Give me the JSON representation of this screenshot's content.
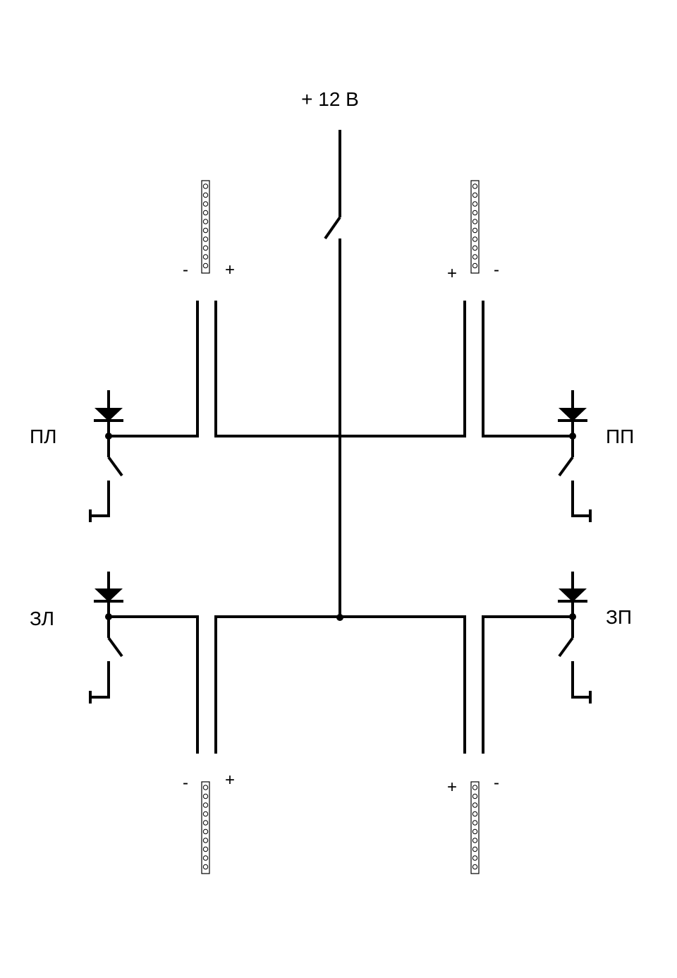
{
  "supply_label": "+ 12 В",
  "corners": {
    "front_left": "ПЛ",
    "front_right": "ПП",
    "rear_left": "ЗЛ",
    "rear_right": "ЗП"
  },
  "polarity": {
    "top_left_minus": "-",
    "top_left_plus": "+",
    "top_right_plus": "+",
    "top_right_minus": "-",
    "bottom_left_minus": "-",
    "bottom_left_plus": "+",
    "bottom_right_plus": "+",
    "bottom_right_minus": "-"
  },
  "led_strip_leds": 10,
  "colors": {
    "line": "#000000",
    "background": "#ffffff"
  }
}
